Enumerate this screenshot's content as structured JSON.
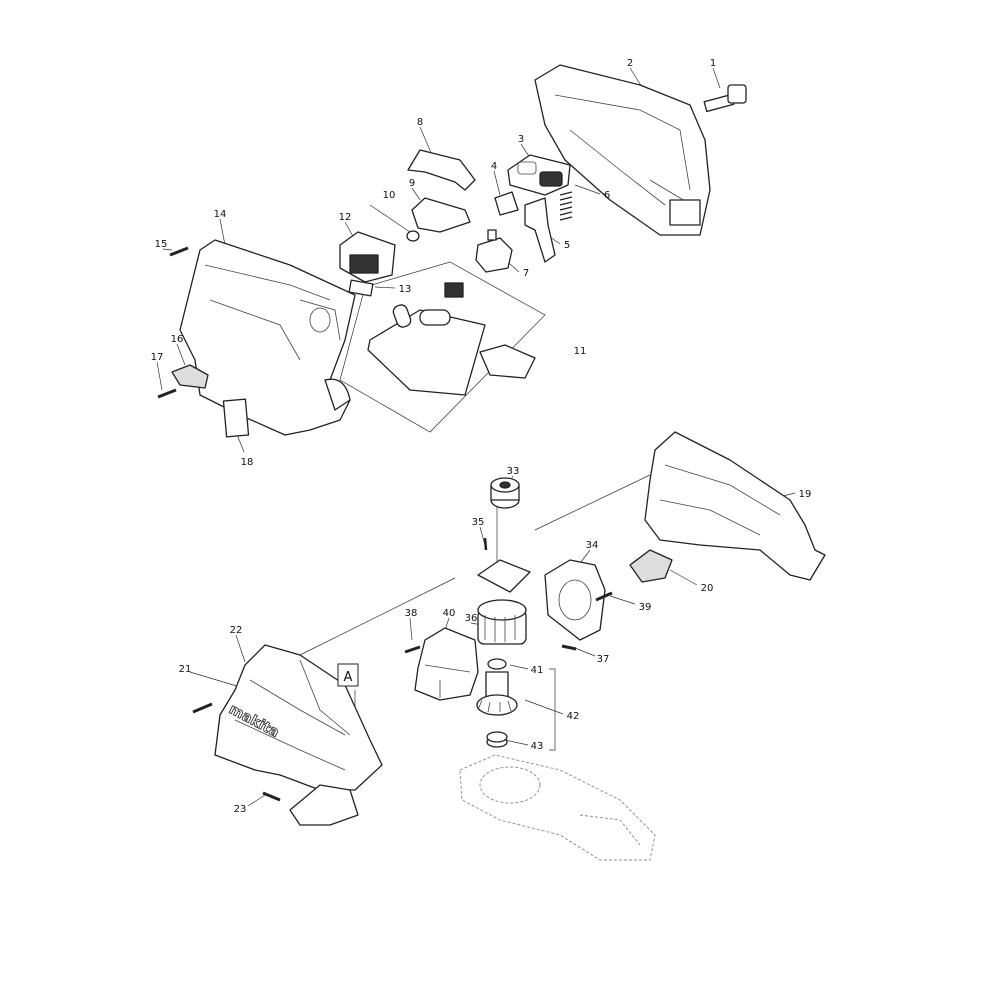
{
  "diagram": {
    "type": "exploded-parts-diagram",
    "logo_text": "makita",
    "reference_marker": "A",
    "labels": {
      "p1": "1",
      "p2": "2",
      "p3": "3",
      "p4": "4",
      "p5": "5",
      "p6": "6",
      "p7": "7",
      "p8": "8",
      "p9": "9",
      "p10": "10",
      "p11": "11",
      "p12": "12",
      "p13": "13",
      "p14": "14",
      "p15": "15",
      "p16": "16",
      "p17": "17",
      "p18": "18",
      "p19": "19",
      "p20": "20",
      "p21": "21",
      "p22": "22",
      "p23": "23",
      "p33": "33",
      "p34": "34",
      "p35": "35",
      "p36": "36",
      "p37": "37",
      "p38": "38",
      "p39": "39",
      "p40": "40",
      "p41": "41",
      "p42": "42",
      "p43": "43"
    }
  }
}
